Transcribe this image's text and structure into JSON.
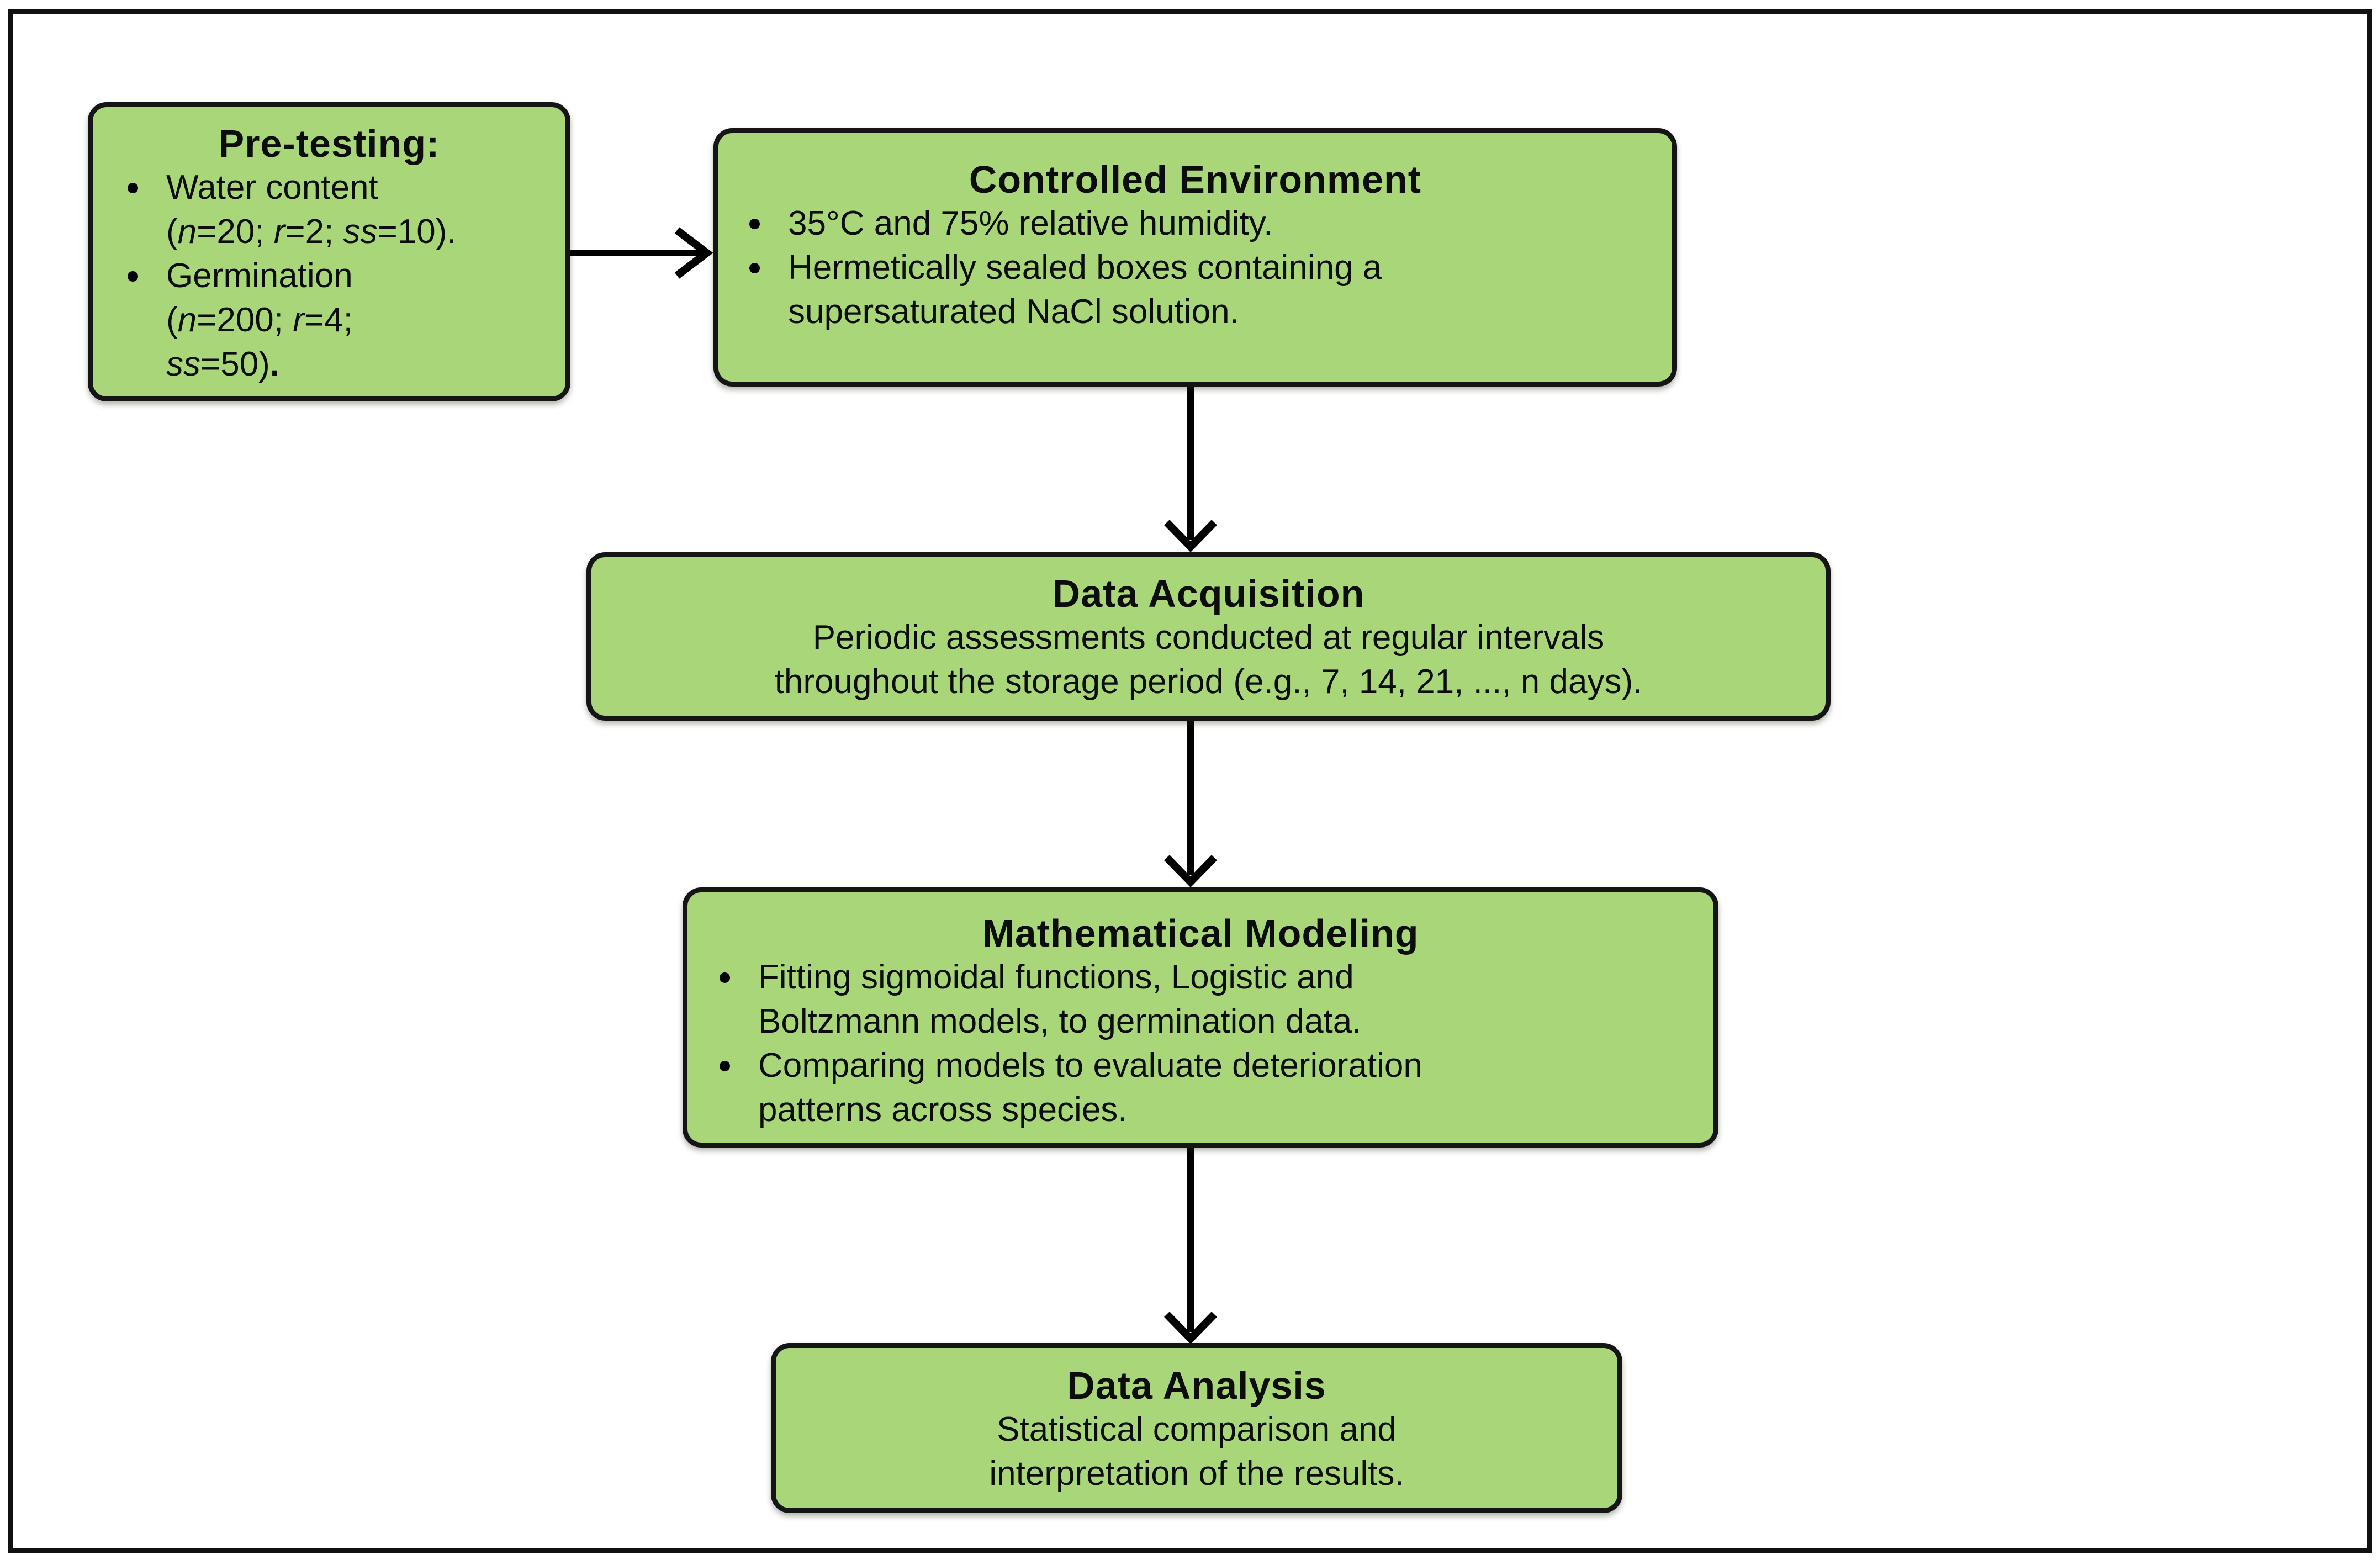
{
  "figure": {
    "background": "#ffffff",
    "outer_border_color": "#111111",
    "box_fill": "#a9d679",
    "box_border_color": "#151515",
    "text_color": "#0d0d0d",
    "arrow_color": "#000000"
  },
  "boxes": {
    "pre_testing": {
      "title": "Pre-testing:",
      "bullets": [
        "Water content (<i>n</i>=20; <i>r</i>=2; <i>ss</i>=10).",
        "Germination (<i>n</i>=200; <i>r</i>=4; <i>ss</i>=50)<b>.</b>"
      ]
    },
    "controlled_environment": {
      "title": "Controlled Environment",
      "bullets": [
        "35°C and 75% relative humidity.",
        "Hermetically sealed boxes containing a supersaturated NaCl solution."
      ]
    },
    "data_acquisition": {
      "title": "Data Acquisition",
      "body": "Periodic assessments conducted at regular intervals throughout the storage period (e.g., 7, 14, 21, ..., n days)."
    },
    "mathematical_modeling": {
      "title": "Mathematical Modeling",
      "bullets": [
        "Fitting sigmoidal functions, Logistic and Boltzmann models, to germination data.",
        "Comparing models to evaluate deterioration patterns across species."
      ]
    },
    "data_analysis": {
      "title": "Data Analysis",
      "body": "Statistical comparison and interpretation of the results."
    }
  }
}
